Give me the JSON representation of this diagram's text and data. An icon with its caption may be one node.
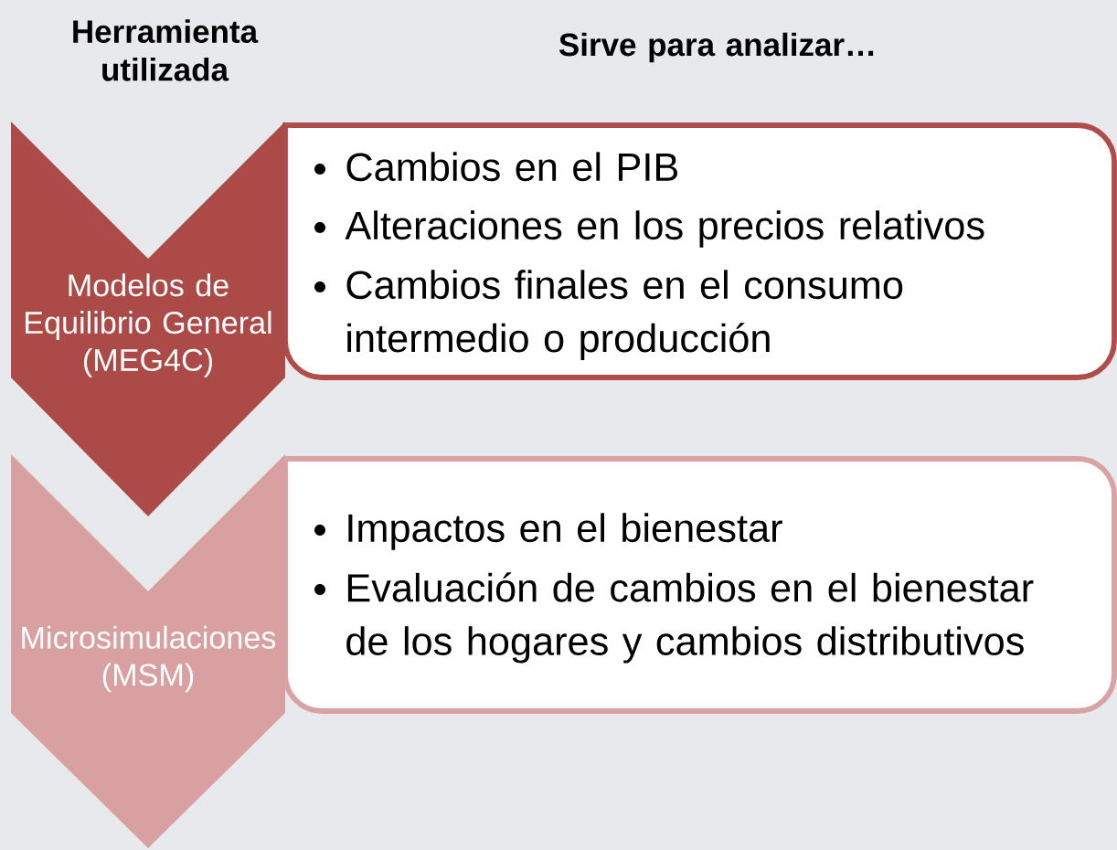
{
  "diagram": {
    "nodes": [
      {
        "text": [
          "Modelos de Equilibrio General (MEG4C)"
        ]
      },
      {
        "text": [
          "Cambios en el PIB",
          "Alteraciones en los precios relativos",
          "Cambios finales en el consumo intermedio o producción"
        ]
      },
      {
        "text": [
          "Microsimulaciones (MSM)"
        ]
      },
      {
        "text": [
          "Impactos en el bienestar",
          "Evaluación de cambios en el bienestar de los hogares y cambios distributivos"
        ]
      }
    ],
    "labels": [
      "Herramienta utilizada",
      "Sirve para analizar…"
    ]
  }
}
